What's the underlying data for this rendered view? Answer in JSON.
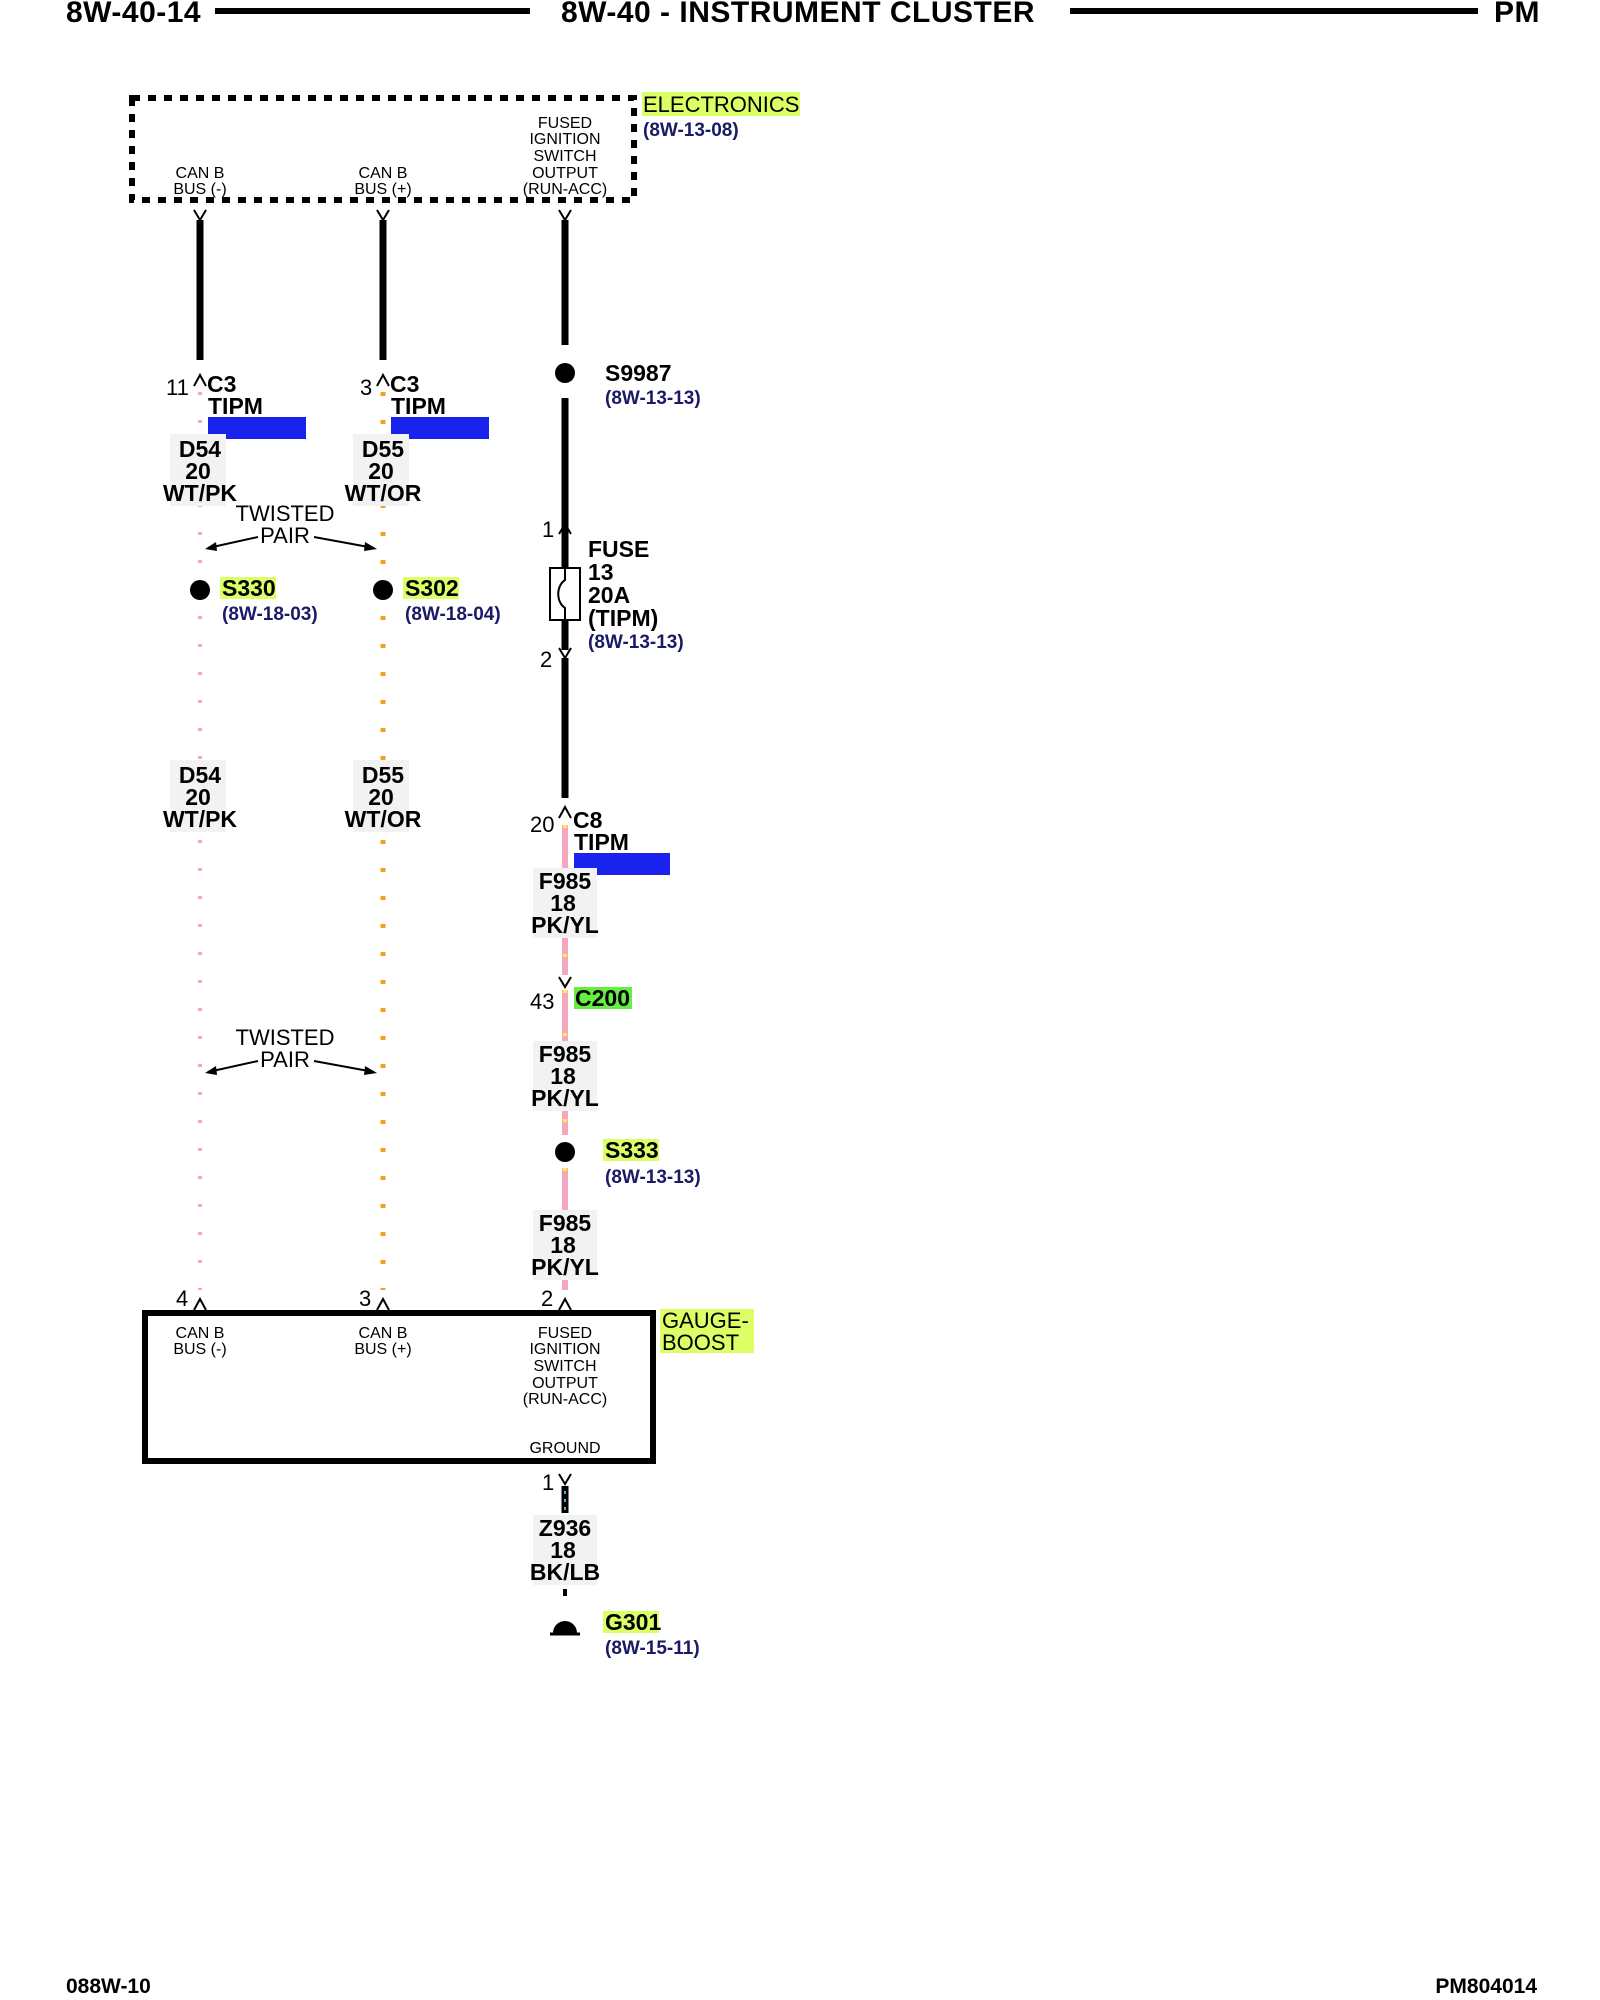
{
  "header": {
    "page_code": "8W-40-14",
    "title": "8W-40 - INSTRUMENT CLUSTER",
    "model": "PM"
  },
  "footer": {
    "left": "088W-10",
    "right": "PM804014"
  },
  "colors": {
    "highlight": "#ddff66",
    "green_highlight": "#66ee44",
    "redacted_blue": "#1a22ee",
    "pink_wire": "#f4a8c0",
    "orange_wire": "#f0a020",
    "yellow_dash": "#ffee44",
    "ref_text": "#1a1a66"
  },
  "electronics": {
    "name": "ELECTRONICS",
    "ref": "(8W-13-08)",
    "pins": [
      {
        "line1": "CAN B",
        "line2": "BUS (-)"
      },
      {
        "line1": "CAN B",
        "line2": "BUS (+)"
      },
      {
        "line1": "FUSED",
        "line2": "IGNITION",
        "line3": "SWITCH",
        "line4": "OUTPUT",
        "line5": "(RUN-ACC)"
      }
    ]
  },
  "connectors": {
    "c3_left": {
      "pin": "11",
      "name": "C3",
      "module": "TIPM"
    },
    "c3_right": {
      "pin": "3",
      "name": "C3",
      "module": "TIPM"
    },
    "c8": {
      "pin": "20",
      "name": "C8",
      "module": "TIPM"
    },
    "c200": {
      "pin": "43",
      "name": "C200"
    }
  },
  "wires": {
    "d54_top": {
      "circuit": "D54",
      "gauge": "20",
      "color": "WT/PK"
    },
    "d55_top": {
      "circuit": "D55",
      "gauge": "20",
      "color": "WT/OR"
    },
    "d54_mid": {
      "circuit": "D54",
      "gauge": "20",
      "color": "WT/PK"
    },
    "d55_mid": {
      "circuit": "D55",
      "gauge": "20",
      "color": "WT/OR"
    },
    "f985_1": {
      "circuit": "F985",
      "gauge": "18",
      "color": "PK/YL"
    },
    "f985_2": {
      "circuit": "F985",
      "gauge": "18",
      "color": "PK/YL"
    },
    "f985_3": {
      "circuit": "F985",
      "gauge": "18",
      "color": "PK/YL"
    },
    "z936": {
      "circuit": "Z936",
      "gauge": "18",
      "color": "BK/LB"
    }
  },
  "twisted_pair": {
    "line1": "TWISTED",
    "line2": "PAIR"
  },
  "splices": {
    "s9987": {
      "name": "S9987",
      "ref": "(8W-13-13)"
    },
    "s330": {
      "name": "S330",
      "ref": "(8W-18-03)"
    },
    "s302": {
      "name": "S302",
      "ref": "(8W-18-04)"
    },
    "s333": {
      "name": "S333",
      "ref": "(8W-13-13)"
    }
  },
  "fuse": {
    "pin_in": "1",
    "pin_out": "2",
    "label": "FUSE",
    "number": "13",
    "rating": "20A",
    "location": "(TIPM)",
    "ref": "(8W-13-13)"
  },
  "gauge_boost": {
    "name_line1": "GAUGE-",
    "name_line2": "BOOST",
    "pins": [
      {
        "number": "4",
        "line1": "CAN B",
        "line2": "BUS (-)"
      },
      {
        "number": "3",
        "line1": "CAN B",
        "line2": "BUS (+)"
      },
      {
        "number": "2",
        "line1": "FUSED",
        "line2": "IGNITION",
        "line3": "SWITCH",
        "line4": "OUTPUT",
        "line5": "(RUN-ACC)"
      }
    ],
    "ground_label": "GROUND",
    "ground_pin": "1"
  },
  "ground": {
    "name": "G301",
    "ref": "(8W-15-11)"
  }
}
